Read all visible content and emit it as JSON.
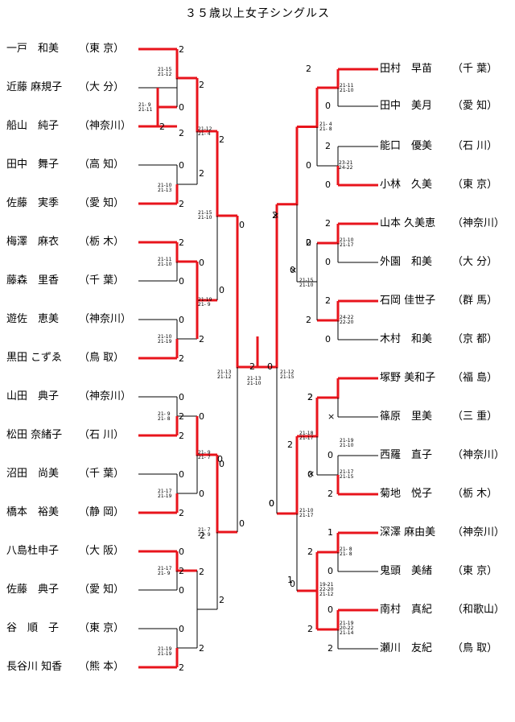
{
  "title": "３５歳以上女子シングルス",
  "left_players": [
    {
      "name": "一戸　和美",
      "pref": "（東 京）"
    },
    {
      "name": "近藤 麻規子",
      "pref": "（大 分）"
    },
    {
      "name": "船山　純子",
      "pref": "（神奈川）"
    },
    {
      "name": "田中　舞子",
      "pref": "（高 知）"
    },
    {
      "name": "佐藤　実季",
      "pref": "（愛 知）"
    },
    {
      "name": "梅澤　麻衣",
      "pref": "（栃 木）"
    },
    {
      "name": "藤森　里香",
      "pref": "（千 葉）"
    },
    {
      "name": "遊佐　恵美",
      "pref": "（神奈川）"
    },
    {
      "name": "黒田 こずゑ",
      "pref": "（鳥 取）"
    },
    {
      "name": "山田　典子",
      "pref": "（神奈川）"
    },
    {
      "name": "松田 奈緒子",
      "pref": "（石 川）"
    },
    {
      "name": "沼田　尚美",
      "pref": "（千 葉）"
    },
    {
      "name": "橋本　裕美",
      "pref": "（静 岡）"
    },
    {
      "name": "八島杜申子",
      "pref": "（大 阪）"
    },
    {
      "name": "佐藤　典子",
      "pref": "（愛 知）"
    },
    {
      "name": "谷　順　子",
      "pref": "（東 京）"
    },
    {
      "name": "長谷川 知香",
      "pref": "（熊 本）"
    }
  ],
  "right_players": [
    {
      "name": "田村　早苗",
      "pref": "（千 葉）"
    },
    {
      "name": "田中　美月",
      "pref": "（愛 知）"
    },
    {
      "name": "能口　優美",
      "pref": "（石 川）"
    },
    {
      "name": "小林　久美",
      "pref": "（東 京）"
    },
    {
      "name": "山本 久美恵",
      "pref": "（神奈川）"
    },
    {
      "name": "外園　和美",
      "pref": "（大 分）"
    },
    {
      "name": "石岡 佳世子",
      "pref": "（群 馬）"
    },
    {
      "name": "木村　和美",
      "pref": "（京 都）"
    },
    {
      "name": "塚野 美和子",
      "pref": "（福 島）"
    },
    {
      "name": "篠原　里美",
      "pref": "（三 重）"
    },
    {
      "name": "西羅　直子",
      "pref": "（神奈川）"
    },
    {
      "name": "菊地　悦子",
      "pref": "（栃 木）"
    },
    {
      "name": "深澤 麻由美",
      "pref": "（神奈川）"
    },
    {
      "name": "鬼頭　美緒",
      "pref": "（東 京）"
    },
    {
      "name": "南村　真紀",
      "pref": "（和歌山）"
    },
    {
      "name": "瀬川　友紀",
      "pref": "（鳥 取）"
    }
  ],
  "score_marks": [
    "2",
    "2",
    "0",
    "2",
    "0",
    "2",
    "2",
    "0",
    "0",
    "2",
    "0",
    "2",
    "2",
    "0",
    "2",
    "0",
    "2",
    "0",
    "0",
    "2",
    "2",
    "0",
    "2",
    "0",
    "0",
    "2",
    "2",
    "2",
    "0",
    "0",
    "2",
    "0",
    "0",
    "2",
    "0",
    "2",
    "2",
    "0",
    "2",
    "0",
    "2",
    "0",
    "×",
    "2",
    "0",
    "2",
    "0",
    "0",
    "2",
    "×",
    "2",
    "0",
    "2",
    "0",
    "2",
    "1",
    "0",
    "2",
    "0",
    "2",
    "1",
    "0",
    "2",
    "0",
    "2",
    "0",
    "2",
    "×",
    "2",
    "0",
    "0",
    "×",
    "0",
    "2"
  ],
  "game_scores": [
    "21-15\n21-12",
    "21- 9\n21-11",
    "21-12\n21- 4",
    "21-10\n21-13",
    "21-15\n21-10",
    "21-11\n21-10",
    "21-19\n21- 9",
    "21-10\n21-19",
    "21-13\n21-12",
    "21-13\n21-10",
    "21-12\n21-15",
    "21-11\n21-10",
    "21- 4\n21- 8",
    "23-21\n24-22",
    "21-10\n21-17",
    "21-15\n21-10",
    "24-22\n22-20",
    "21-18\n21-17",
    "21-17\n21-15",
    "21-10\n21-17",
    "21- 8\n21- 8",
    "19-21\n22-20\n21-12",
    "21-19\n20-22\n21-14",
    "21- 9\n21- 8",
    "21- 9\n21- 7",
    "21-17\n21-19",
    "21-19\n21-19",
    "21- 7\n21- 9",
    "21-17\n21- 9",
    "21-19\n21-10"
  ],
  "colors": {
    "winner_line": "#e8141c",
    "loser_line": "#000000",
    "text": "#000000"
  }
}
